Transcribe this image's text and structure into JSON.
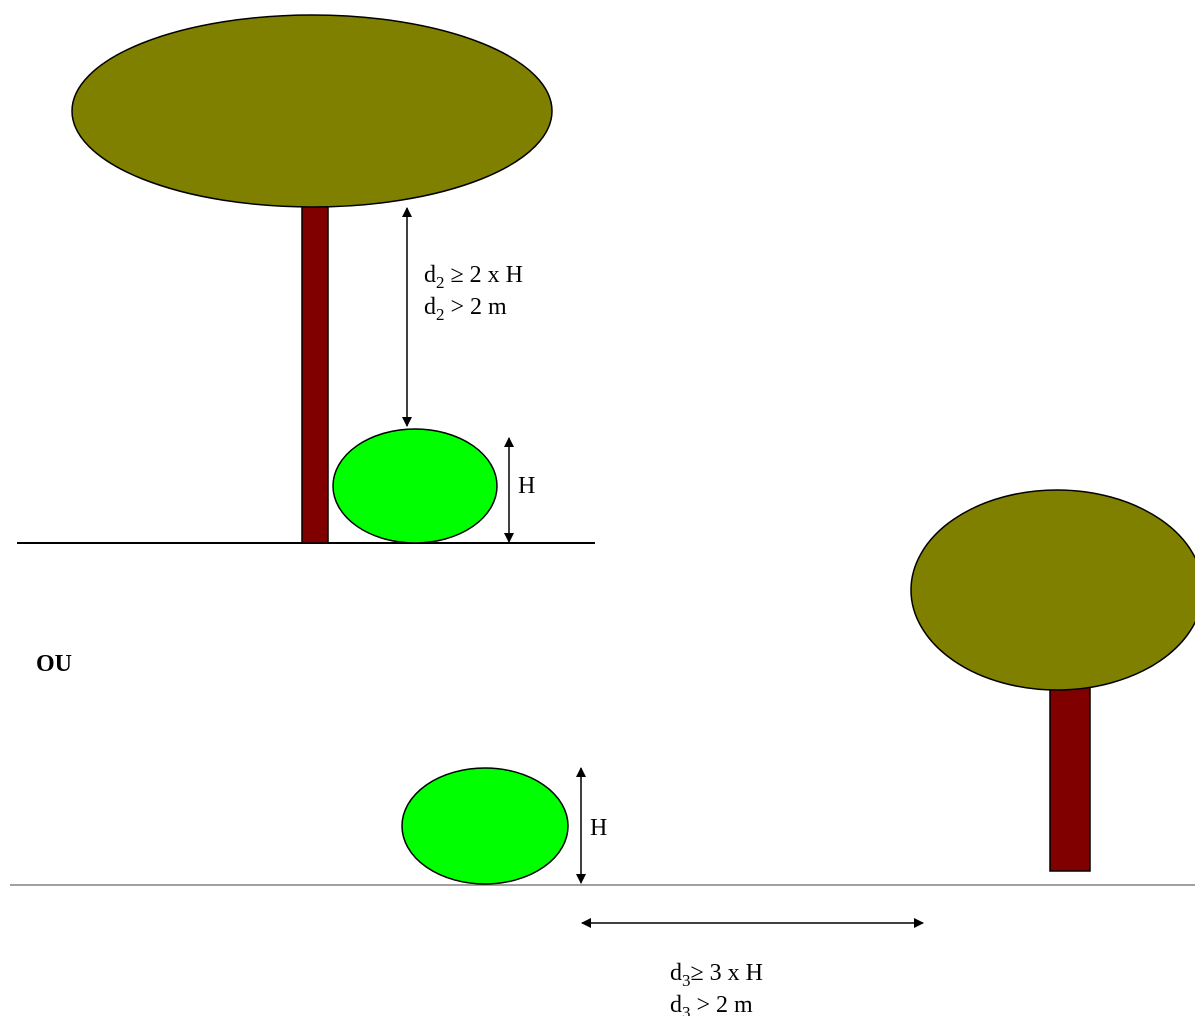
{
  "colors": {
    "canopy": "#808000",
    "trunk": "#800000",
    "shrub": "#00ff00",
    "line": "#000000",
    "ground_lower": "#808080"
  },
  "top_scene": {
    "d2_line1": {
      "d": "d",
      "sub": "2",
      "rest": " ≥ 2 x H"
    },
    "d2_line2": {
      "d": "d",
      "sub": "2",
      "rest": " > 2 m"
    },
    "h_label": "H"
  },
  "separator": {
    "label": "OU"
  },
  "bottom_scene": {
    "h_label": "H",
    "d3_line1": {
      "d": "d",
      "sub": "3",
      "rest": "≥ 3 x H"
    },
    "d3_line2": {
      "d": "d",
      "sub": "3",
      "rest": " > 2 m"
    }
  }
}
